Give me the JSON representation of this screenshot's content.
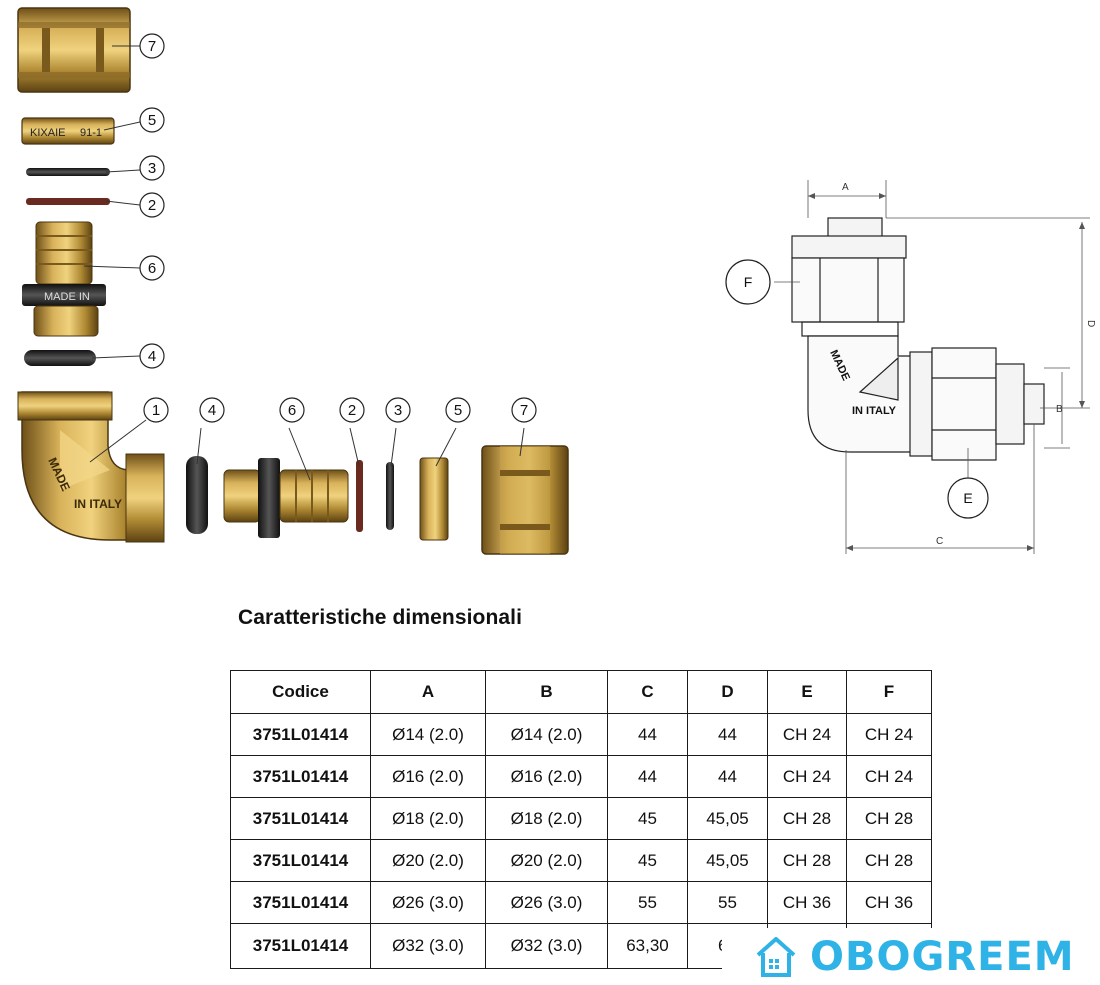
{
  "exploded_view": {
    "callouts": [
      "7",
      "5",
      "3",
      "2",
      "6",
      "4",
      "1",
      "4",
      "6",
      "2",
      "3",
      "5",
      "7"
    ],
    "stamp_text": [
      "MADE",
      "IN ITALY"
    ],
    "colors": {
      "brass": "#b8923a",
      "brass_dark": "#7a5a1c",
      "seal": "#2a2a2a",
      "oring": "#6b2a1f"
    }
  },
  "dimension_drawing": {
    "dimension_labels": {
      "a": "A",
      "b": "B",
      "c": "C",
      "d": "D"
    },
    "callout_labels": {
      "e": "E",
      "f": "F"
    },
    "stamp_text": [
      "MADE",
      "IN ITALY"
    ]
  },
  "title": "Caratteristiche dimensionali",
  "table": {
    "headers": [
      "Codice",
      "A",
      "B",
      "C",
      "D",
      "E",
      "F"
    ],
    "rows": [
      [
        "3751L01414",
        "Ø14 (2.0)",
        "Ø14 (2.0)",
        "44",
        "44",
        "CH 24",
        "CH 24"
      ],
      [
        "3751L01414",
        "Ø16 (2.0)",
        "Ø16 (2.0)",
        "44",
        "44",
        "CH 24",
        "CH 24"
      ],
      [
        "3751L01414",
        "Ø18 (2.0)",
        "Ø18 (2.0)",
        "45",
        "45,05",
        "CH 28",
        "CH 28"
      ],
      [
        "3751L01414",
        "Ø20 (2.0)",
        "Ø20 (2.0)",
        "45",
        "45,05",
        "CH 28",
        "CH 28"
      ],
      [
        "3751L01414",
        "Ø26 (3.0)",
        "Ø26 (3.0)",
        "55",
        "55",
        "CH 36",
        "CH 36"
      ],
      [
        "3751L01414",
        "Ø32 (3.0)",
        "Ø32 (3.0)",
        "63,30",
        "63",
        "",
        ""
      ]
    ]
  },
  "logo": {
    "text": "OBOGREEM",
    "color": "#2fb3e6"
  }
}
